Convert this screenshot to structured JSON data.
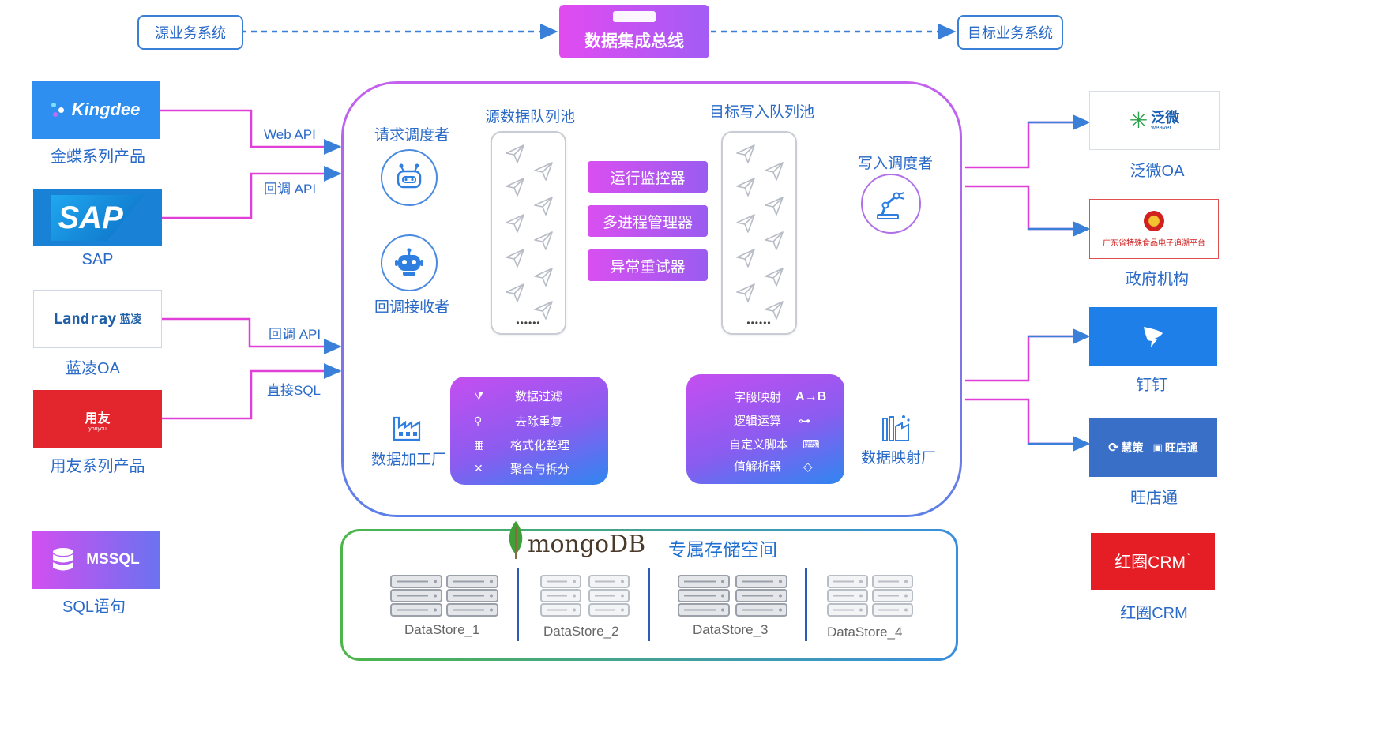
{
  "header": {
    "source_system": "源业务系统",
    "bus": "数据集成总线",
    "target_system": "目标业务系统"
  },
  "sources": [
    {
      "logo_text": "Kingdee",
      "caption": "金蝶系列产品"
    },
    {
      "logo_text": "SAP",
      "caption": "SAP"
    },
    {
      "logo_text": "Landray",
      "logo_text_cn": "蓝凌",
      "caption": "蓝凌OA"
    },
    {
      "logo_text": "用友",
      "logo_sub": "yonyou",
      "caption": "用友系列产品"
    },
    {
      "logo_text": "MSSQL",
      "caption": "SQL语句"
    }
  ],
  "edges": {
    "web_api": "Web API",
    "callback_api_1": "回调 API",
    "callback_api_2": "回调 API",
    "direct_sql": "直接SQL"
  },
  "core": {
    "request_scheduler": "请求调度者",
    "callback_receiver": "回调接收者",
    "source_queue_pool": "源数据队列池",
    "target_queue_pool": "目标写入队列池",
    "write_scheduler": "写入调度者",
    "queue_dots": "••••••",
    "managers": [
      "运行监控器",
      "多进程管理器",
      "异常重试器"
    ],
    "processing_factory": {
      "title": "数据加工厂",
      "items": [
        "数据过滤",
        "去除重复",
        "格式化整理",
        "聚合与拆分"
      ]
    },
    "mapping_factory": {
      "title": "数据映射厂",
      "items": [
        "字段映射",
        "逻辑运算",
        "自定义脚本",
        "值解析器"
      ],
      "ab_label": "A→B"
    }
  },
  "storage": {
    "db_name": "mongoDB",
    "title": "专属存储空间",
    "stores": [
      "DataStore_1",
      "DataStore_2",
      "DataStore_3",
      "DataStore_4"
    ]
  },
  "targets": [
    {
      "logo_text": "泛微",
      "logo_sub": "weaver",
      "caption": "泛微OA"
    },
    {
      "logo_text": "广东省特殊食品电子追溯平台",
      "caption": "政府机构"
    },
    {
      "logo_text": "",
      "caption": "钉钉"
    },
    {
      "logo_text": "慧策",
      "logo_text_2": "旺店通",
      "caption": "旺店通"
    },
    {
      "logo_text": "红圈CRM",
      "caption": "红圈CRM"
    }
  ],
  "colors": {
    "blue_line": "#3a7fd8",
    "magenta_line": "#e040d8",
    "kingdee_bg": "#2f8ff0",
    "sap_bg": "#1a82d6",
    "yonyou_bg": "#e3262d",
    "dingtalk_bg": "#1f7fe8",
    "wangdiantong_bg": "#3a6fc8",
    "hongquan_bg": "#e51e25"
  }
}
